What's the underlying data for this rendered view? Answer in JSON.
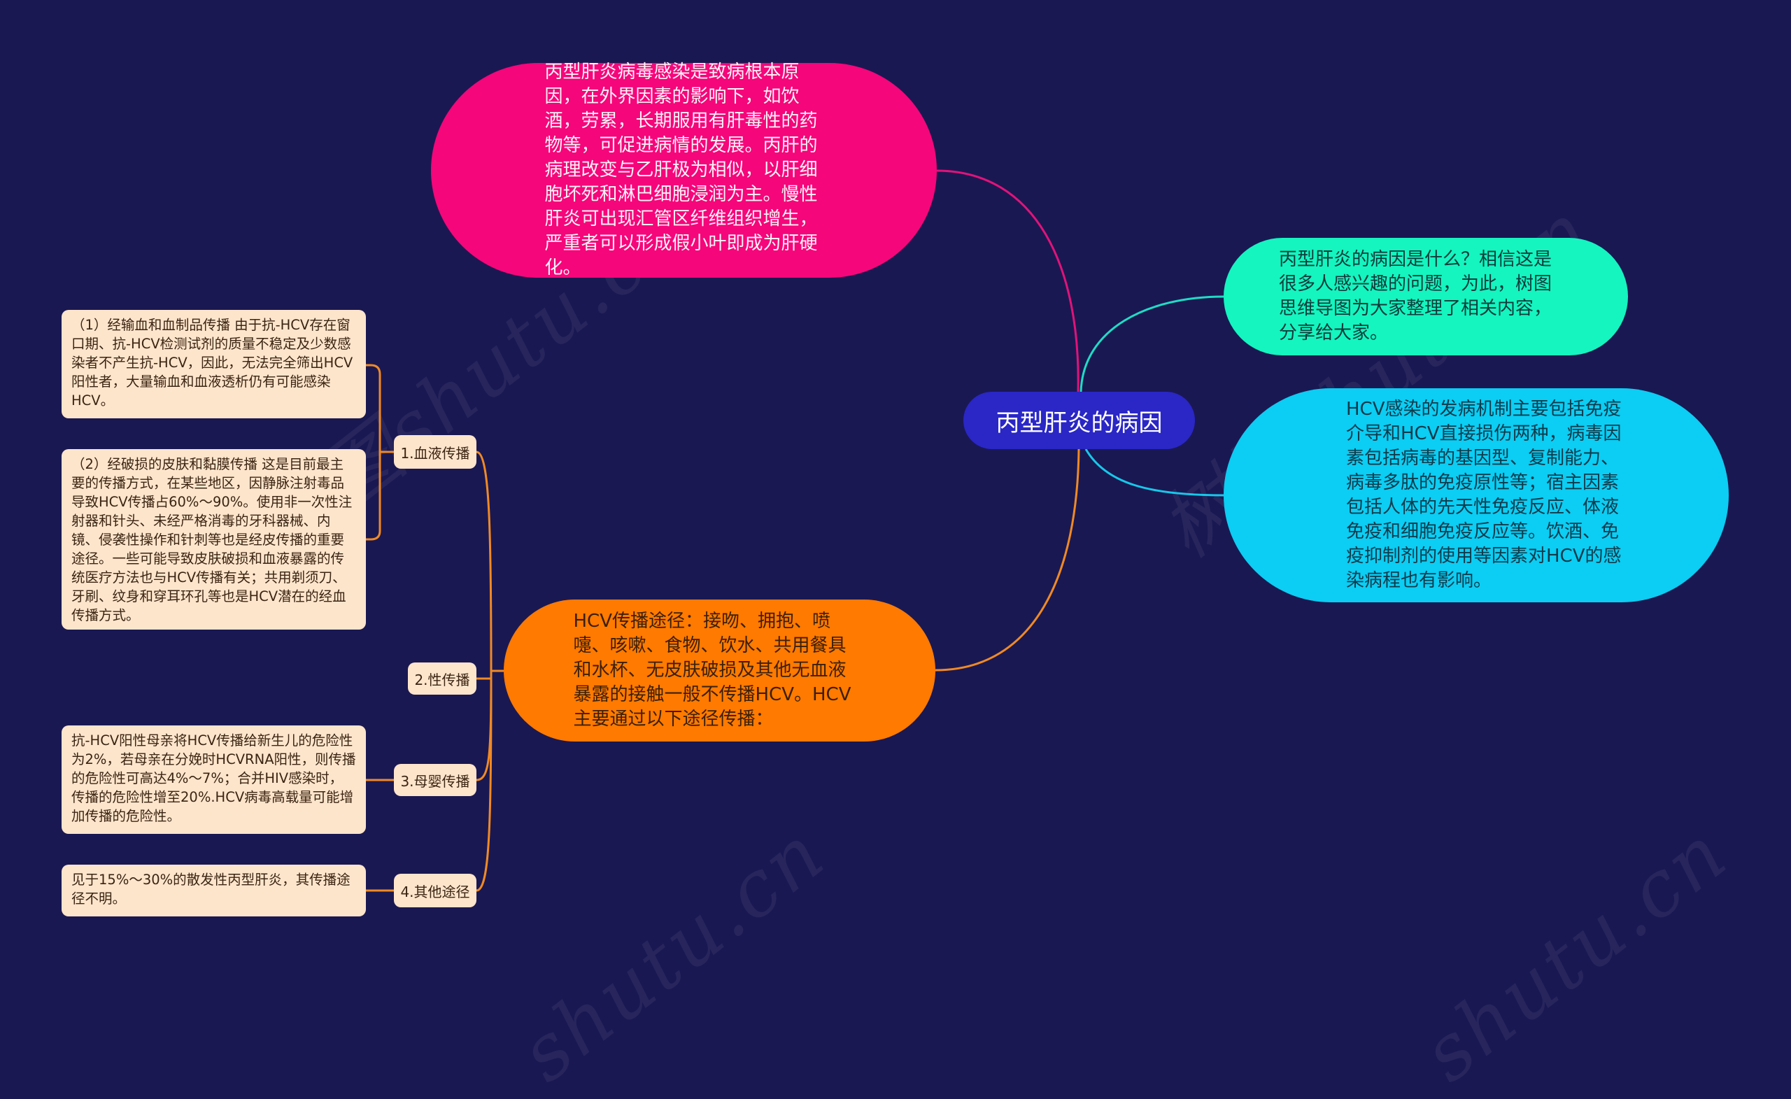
{
  "title": "丙型肝炎的病因",
  "colors": {
    "background": "#1a1852",
    "center": "#2a27c6",
    "pink": "#f5067a",
    "teal": "#14f5c0",
    "cyan": "#0ccdf3",
    "orange": "#ff7a00",
    "leaf": "#fde5cc",
    "orange_line": "#f08a24"
  },
  "branches": {
    "pathology": "丙型肝炎病毒感染是致病根本原因，在外界因素的影响下，如饮酒，劳累，长期服用有肝毒性的药物等，可促进病情的发展。丙肝的病理改变与乙肝极为相似，以肝细胞坏死和淋巴细胞浸润为主。慢性肝炎可出现汇管区纤维组织增生，严重者可以形成假小叶即成为肝硬化。",
    "intro": "丙型肝炎的病因是什么？相信这是很多人感兴趣的问题，为此，树图思维导图为大家整理了相关内容，分享给大家。",
    "mechanism": "HCV感染的发病机制主要包括免疫介导和HCV直接损伤两种，病毒因素包括病毒的基因型、复制能力、病毒多肽的免疫原性等；宿主因素包括人体的先天性免疫反应、体液免疫和细胞免疫反应等。饮酒、免疫抑制剂的使用等因素对HCV的感染病程也有影响。",
    "transmission": "HCV传播途径：接吻、拥抱、喷嚏、咳嗽、食物、饮水、共用餐具和水杯、无皮肤破损及其他无血液暴露的接触一般不传播HCV。HCV主要通过以下途径传播："
  },
  "categories": [
    {
      "label": "1.血液传播"
    },
    {
      "label": "2.性传播"
    },
    {
      "label": "3.母婴传播"
    },
    {
      "label": "4.其他途径"
    }
  ],
  "leaves": [
    {
      "text": "（1）经输血和血制品传播 由于抗-HCV存在窗口期、抗-HCV检测试剂的质量不稳定及少数感染者不产生抗-HCV，因此，无法完全筛出HCV阳性者，大量输血和血液透析仍有可能感染HCV。"
    },
    {
      "text": "（2）经破损的皮肤和黏膜传播 这是目前最主要的传播方式，在某些地区，因静脉注射毒品导致HCV传播占60%～90%。使用非一次性注射器和针头、未经严格消毒的牙科器械、内镜、侵袭性操作和针刺等也是经皮传播的重要途径。一些可能导致皮肤破损和血液暴露的传统医疗方法也与HCV传播有关；共用剃须刀、牙刷、纹身和穿耳环孔等也是HCV潜在的经血传播方式。"
    },
    {
      "text": "抗-HCV阳性母亲将HCV传播给新生儿的危险性为2%，若母亲在分娩时HCVRNA阳性，则传播的危险性可高达4%～7%；合并HIV感染时，传播的危险性增至20%.HCV病毒高载量可能增加传播的危险性。"
    },
    {
      "text": "见于15%～30%的散发性丙型肝炎，其传播途径不明。"
    }
  ],
  "watermarks": [
    "树图shutu.cn",
    "树图shutu.cn",
    "shutu.cn",
    "shutu.cn"
  ]
}
